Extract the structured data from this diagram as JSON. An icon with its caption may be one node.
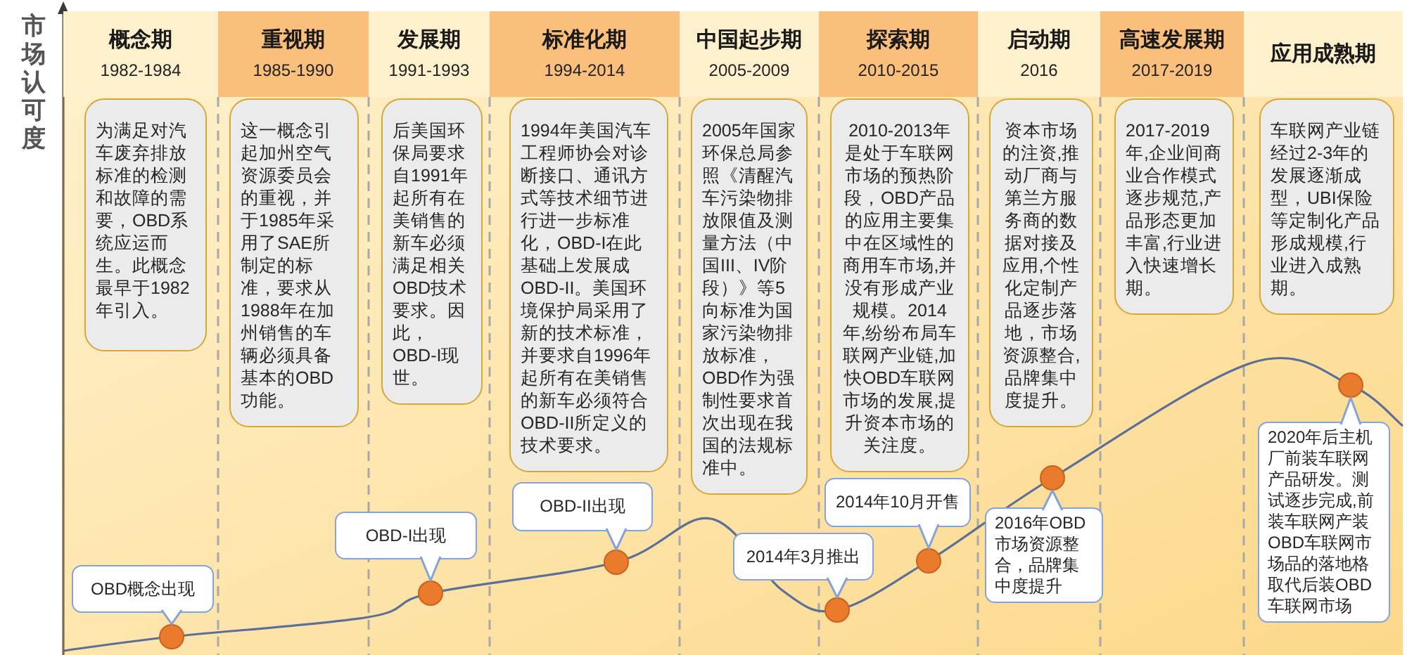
{
  "diagram": {
    "nodes": [
      {
        "text": [
          "概念期",
          "1982-1984"
        ]
      },
      {
        "text": [
          "重视期",
          "1985-1990"
        ]
      },
      {
        "text": [
          "发展期",
          "1991-1993"
        ]
      },
      {
        "text": [
          "标准化期",
          "1994-2014"
        ]
      },
      {
        "text": [
          "中国起步期",
          "2005-2009"
        ]
      },
      {
        "text": [
          "探索期",
          "2010-2015"
        ]
      },
      {
        "text": [
          "启动期",
          "2016"
        ]
      },
      {
        "text": [
          "高速发展期",
          "2017-2019"
        ]
      },
      {
        "text": [
          "应用成熟期"
        ]
      },
      {
        "text": [
          "为满足对汽车废弃排放标准的检测和故障的需要，OBD系统应运而生。此概念最早于1982年引入。"
        ]
      },
      {
        "text": [
          "这一概念引起加州空气资源委员会的重视，并于1985年采用了SAE所制定的标准，要求从1988年在加州销售的车辆必须具备基本的OBD功能。"
        ]
      },
      {
        "text": [
          "后美国环保局要求自1991年起所有在美销售的新车必须满足相关OBD技术要求。因此，OBD-I现世。"
        ]
      },
      {
        "text": [
          "1994年美国汽车工程师协会对诊断接口、通讯方式等技术细节进行进一步标准化，OBD-I在此基础上发展成OBD-II。美国环境保护局采用了新的技术标准，并要求自1996年起所有在美销售的新车必须符合OBD-II所定义的技术要求。"
        ]
      },
      {
        "text": [
          "2005年国家环保总局参照《清醒汽车污染物排放限值及测量方法（中国III、IV阶段）》等5向标准为国家污染物排放标准，OBD作为强制性要求首次出现在我国的法规标准中。"
        ]
      },
      {
        "text": [
          "2010-2013年是处于车联网市场的预热阶段，OBD产品的应用主要集中在区域性的商用车市场,并没有形成产业规模。2014年,纷纷布局车联网产业链,加快OBD车联网市场的发展,提升资本市场的关注度。"
        ]
      },
      {
        "text": [
          "资本市场的注资,推动厂商与第兰方服务商的数据对接及应用,个性化定制产品逐步落地，市场资源整合,品牌集中度提升。"
        ]
      },
      {
        "text": [
          "2017-2019年,企业间商业合作模式逐步规范,产品形态更加丰富,行业进入快速增长期。"
        ]
      },
      {
        "text": [
          "车联网产业链经过2-3年的发展逐渐成型，UBI保险等定制化产品形成规模,行业进入成熟期。"
        ]
      },
      {
        "text": [
          "OBD概念出现"
        ]
      },
      {
        "text": [],
        "shape": "circle"
      },
      {
        "text": [
          "OBD-I出现"
        ]
      },
      {
        "text": [],
        "shape": "circle"
      },
      {
        "text": [
          "OBD-II出现"
        ]
      },
      {
        "text": [],
        "shape": "circle"
      },
      {
        "text": [
          "2014年3月推出"
        ]
      },
      {
        "text": [],
        "shape": "circle"
      },
      {
        "text": [
          "2014年10月开售"
        ]
      },
      {
        "text": [],
        "shape": "circle"
      },
      {
        "text": [
          "2016年OBD市场资源整合，品牌集中度提升"
        ]
      },
      {
        "text": [],
        "shape": "circle"
      },
      {
        "text": [
          "2020年后主机厂前装车联网产品研发。测试逐步完成,前装车联网产装OBD车联网市场品的落地格取代后装OBD车联网市场"
        ]
      },
      {
        "text": [],
        "shape": "circle"
      }
    ],
    "edges": [
      {
        "from": 18,
        "to": 19,
        "arrow": "to"
      },
      {
        "from": 20,
        "to": 21,
        "arrow": "to"
      },
      {
        "from": 22,
        "to": 23,
        "arrow": "to"
      },
      {
        "from": 24,
        "to": 25,
        "arrow": "to"
      },
      {
        "from": 26,
        "to": 27,
        "arrow": "to"
      },
      {
        "from": 28,
        "to": 29,
        "arrow": "to"
      },
      {
        "from": 30,
        "to": 31,
        "arrow": "to"
      }
    ],
    "labels": [
      "市场认可度"
    ]
  }
}
